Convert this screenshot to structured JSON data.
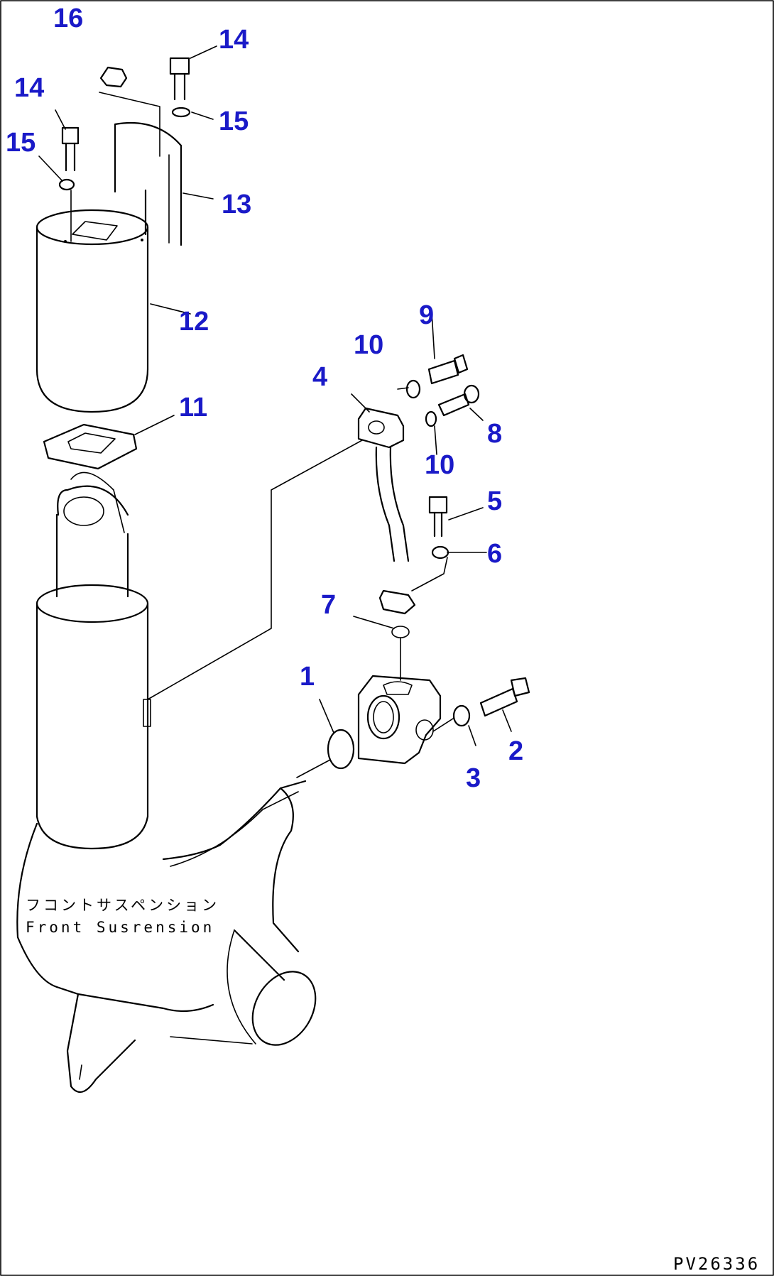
{
  "callouts": {
    "p1": "1",
    "p2": "2",
    "p3": "3",
    "p4": "4",
    "p5": "5",
    "p6": "6",
    "p7": "7",
    "p8": "8",
    "p9": "9",
    "p10a": "10",
    "p10b": "10",
    "p11": "11",
    "p12": "12",
    "p13": "13",
    "p14a": "14",
    "p14b": "14",
    "p15a": "15",
    "p15b": "15",
    "p16": "16"
  },
  "caption": {
    "japanese": "フコントサスペンション",
    "english": "Front Susrension"
  },
  "drawing_code": "PV26336",
  "colors": {
    "callout": "#1a1ac8",
    "line": "#000000",
    "background": "#ffffff"
  }
}
